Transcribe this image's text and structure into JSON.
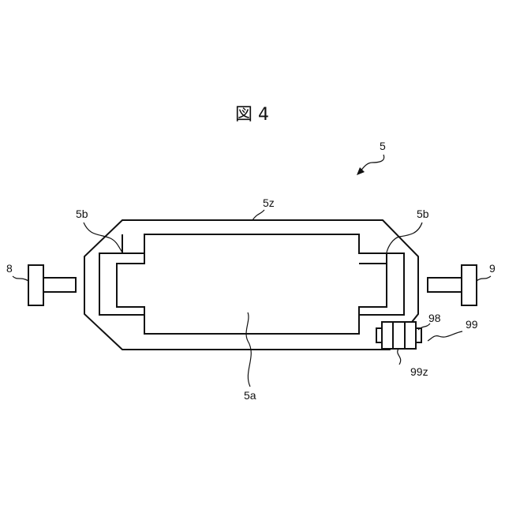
{
  "figure": {
    "title": "図 4"
  },
  "labels": {
    "ref_5": "5",
    "ref_5z": "5z",
    "ref_5b_left": "5b",
    "ref_5b_right": "5b",
    "ref_8": "8",
    "ref_9": "9",
    "ref_98": "98",
    "ref_99": "99",
    "ref_99z": "99z",
    "ref_5a": "5a"
  }
}
